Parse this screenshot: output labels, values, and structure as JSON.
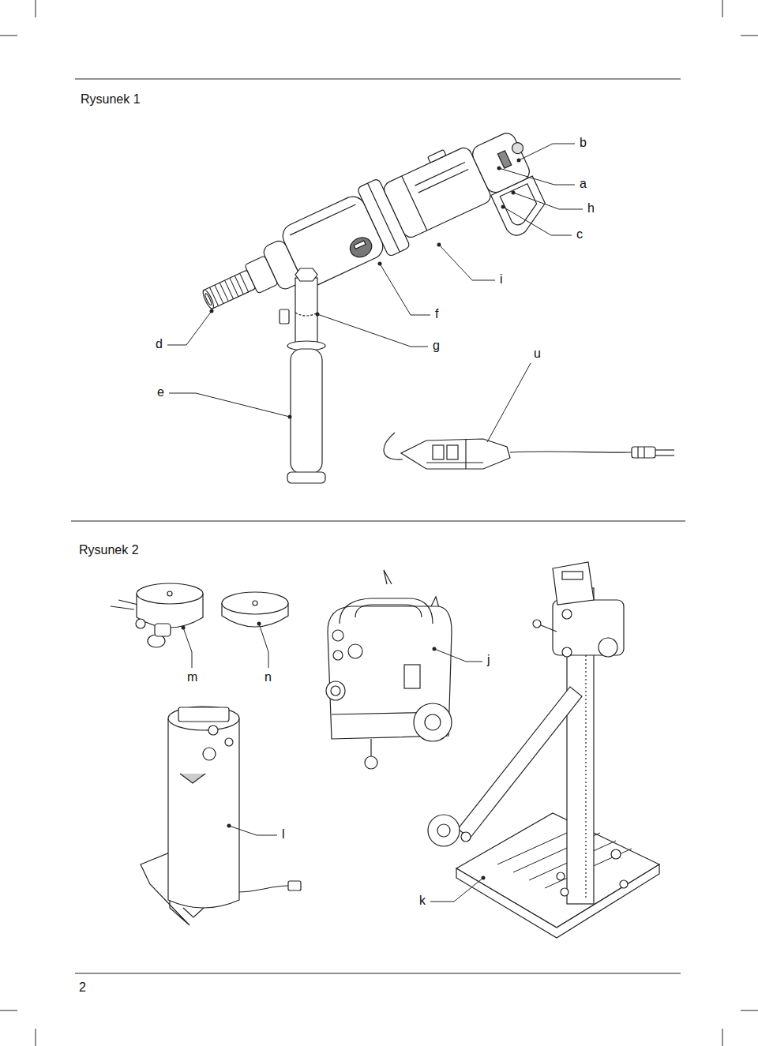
{
  "diagram": {
    "labels": [
      "Rysunek 1",
      "b",
      "a",
      "h",
      "c",
      "i",
      "f",
      "d",
      "g",
      "u",
      "e",
      "Rysunek 2",
      "m",
      "n",
      "j",
      "l",
      "k",
      "2"
    ]
  }
}
